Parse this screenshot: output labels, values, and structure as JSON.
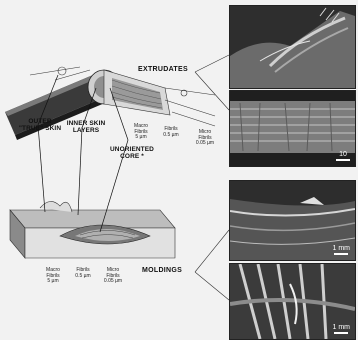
{
  "sections": {
    "extrudates": "EXTRUDATES",
    "moldings": "MOLDINGS"
  },
  "labels": {
    "outer_skin": "OUTER\n\"TRUE\" SKIN",
    "inner_skin": "INNER SKIN\nLAYERS",
    "core": "UNORIENTED\nCORE *"
  },
  "top_fibrils": [
    {
      "name": "Macro",
      "sub": "Fibrils",
      "size": "5 µm"
    },
    {
      "name": "Fibrils",
      "sub": "",
      "size": "0.5 µm"
    },
    {
      "name": "Micro",
      "sub": "Fibrils",
      "size": "0.05 µm"
    }
  ],
  "bottom_fibrils": [
    {
      "name": "Macro",
      "sub": "Fibrils",
      "size": "5 µm"
    },
    {
      "name": "Fibrils",
      "sub": "",
      "size": "0.5 µm"
    },
    {
      "name": "Micro",
      "sub": "Fibrils",
      "size": "0.05 µm"
    }
  ],
  "scalebars": {
    "p2": "10",
    "p3": "1 mm",
    "p4": "1 mm"
  }
}
